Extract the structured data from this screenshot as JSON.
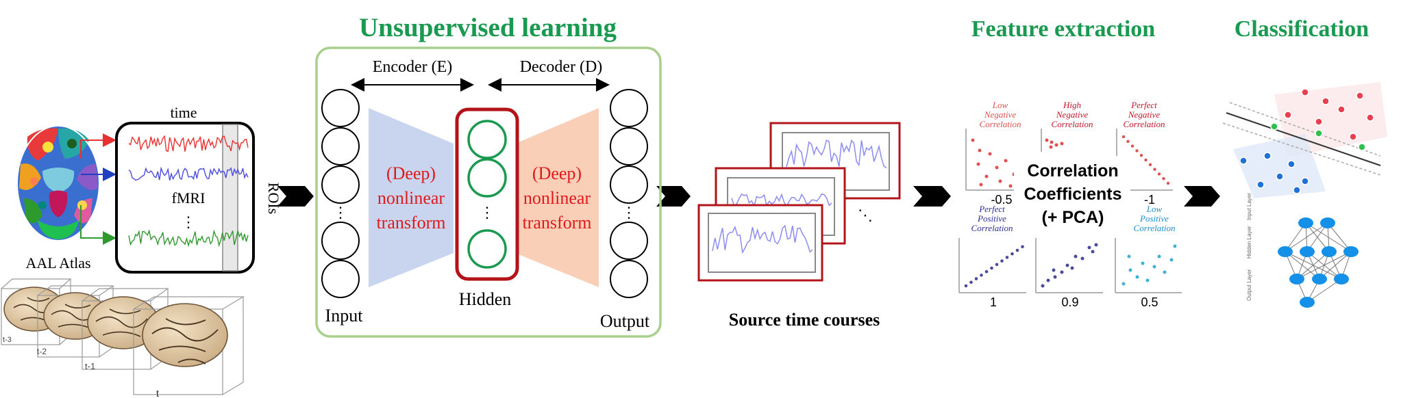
{
  "colors": {
    "green_title": "#1a9a50",
    "red_text": "#e0191b",
    "dark_red": "#b3141a",
    "box_green": "#a8d08d",
    "node_green": "#1a9a50",
    "encoder_blue": "#c9d5ee",
    "decoder_orange": "#f9cfb8",
    "signal_red": "#e83030",
    "signal_blue": "#4a4adf",
    "signal_green": "#2e9a2e",
    "ts_line": "#8b8cf0",
    "scatter_red": "#e05050",
    "scatter_purple": "#4a4a9a",
    "scatter_cyan": "#3fb0d8",
    "cyan_label": "#1e8fd0",
    "net_blue": "#1590e8"
  },
  "atlas": {
    "label": "AAL Atlas",
    "time_label": "time",
    "fmri_label": "fMRI",
    "rois_label": "ROIs",
    "brain_time_labels": [
      "t-3",
      "t-2",
      "t-1",
      "t"
    ]
  },
  "unsupervised": {
    "title": "Unsupervised learning",
    "encoder_label": "Encoder (E)",
    "decoder_label": "Decoder (D)",
    "input_label": "Input",
    "hidden_label": "Hidden",
    "output_label": "Output",
    "enc_text": [
      "(Deep)",
      "nonlinear",
      "transform"
    ],
    "dec_text": [
      "(Deep)",
      "nonlinear",
      "transform"
    ]
  },
  "source": {
    "label": "Source time courses"
  },
  "feature": {
    "title": "Feature extraction",
    "center_text": [
      "Correlation",
      "Coefficients",
      "(+ PCA)"
    ],
    "top_panels": [
      {
        "lines": [
          "Low",
          "Negative",
          "Correlation"
        ],
        "value": "-0.5"
      },
      {
        "lines": [
          "High",
          "Negative",
          "Correlation"
        ],
        "value": ""
      },
      {
        "lines": [
          "Perfect",
          "Negative",
          "Correlation"
        ],
        "value": "-1"
      }
    ],
    "bottom_panels": [
      {
        "lines": [
          "Perfect",
          "Positive",
          "Correlation"
        ],
        "value": "1"
      },
      {
        "lines": [
          "",
          "",
          ""
        ],
        "value": "0.9"
      },
      {
        "lines": [
          "Low",
          "Positive",
          "Correlation"
        ],
        "value": "0.5"
      }
    ]
  },
  "classification": {
    "title": "Classification",
    "layer_labels": [
      "Input Layer",
      "Hidden Layer",
      "Output Layer"
    ]
  }
}
